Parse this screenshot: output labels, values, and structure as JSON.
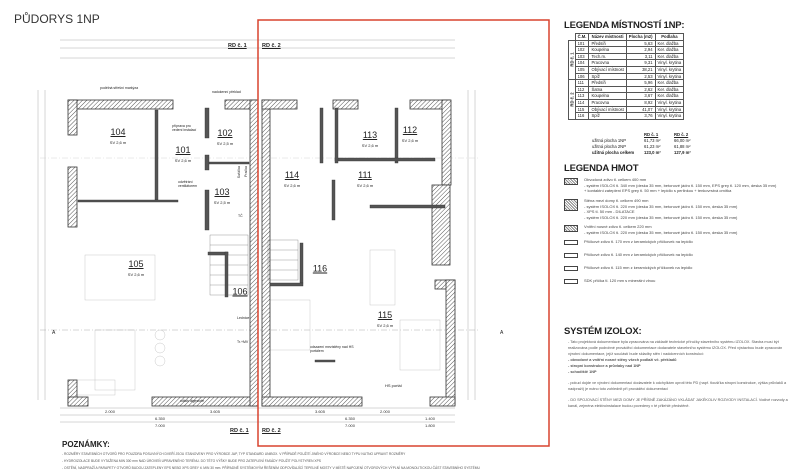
{
  "title": "PŮDORYS 1NP",
  "plan": {
    "unit_labels": [
      "RD č. 1",
      "RD č. 2"
    ],
    "rooms": [
      {
        "id": "104",
        "h": "SV 2,6 m"
      },
      {
        "id": "101",
        "h": "SV 2,6 m"
      },
      {
        "id": "102",
        "h": "SV 2,5 m"
      },
      {
        "id": "103",
        "h": "SV 2,5 m"
      },
      {
        "id": "105",
        "h": "SV 2,6 m"
      },
      {
        "id": "106",
        "h": ""
      },
      {
        "id": "113",
        "h": "SV 2,6 m"
      },
      {
        "id": "112",
        "h": "SV 2,6 m"
      },
      {
        "id": "114",
        "h": "SV 2,6 m"
      },
      {
        "id": "111",
        "h": "SV 2,6 m"
      },
      {
        "id": "116",
        "h": ""
      },
      {
        "id": "115",
        "h": "SV 2,6 m"
      }
    ],
    "annotations": [
      "podélná střešní markýza",
      "nadokenní překlad",
      "odvětrání ventilátorem",
      "příprava pro vedení instalací",
      "odsazení mezistěny nad HS portálem",
      "HS portál",
      "odtah digestoře",
      "Lednice",
      "Tr.+MV",
      "Sušička",
      "Pračka",
      "TČ"
    ],
    "dimensions": {
      "bottom_total": [
        "7.000",
        "7.000",
        "1.800"
      ],
      "bottom_mid": [
        "6.350",
        "6.350",
        "1.400"
      ],
      "bottom_top": [
        "2.000",
        "3.605",
        "3.605",
        "2.000"
      ]
    }
  },
  "legend_rooms": {
    "title": "LEGENDA MÍSTNOSTÍ 1NP:",
    "headers": [
      "Č.M.",
      "Název místnosti",
      "Plocha (m2)",
      "Podlaha"
    ],
    "groups": [
      {
        "label": "RD č. 1",
        "rows": [
          [
            "101",
            "Předsíň",
            "5,63",
            "Ker. dlažba"
          ],
          [
            "102",
            "Koupelna",
            "2,94",
            "Ker. dlažba"
          ],
          [
            "103",
            "Tech.m.",
            "3,11",
            "Ker. dlažba"
          ],
          [
            "104",
            "Pracovna",
            "9,31",
            "Vinyl. krytina"
          ],
          [
            "105",
            "Obývací místnost",
            "38,21",
            "Vinyl. krytina"
          ],
          [
            "106",
            "Spíž",
            "2,53",
            "Vinyl. krytina"
          ]
        ]
      },
      {
        "label": "RD č. 2",
        "rows": [
          [
            "111",
            "Předsíň",
            "5,96",
            "Ker. dlažba"
          ],
          [
            "112",
            "Šatna",
            "2,62",
            "Ker. dlažba"
          ],
          [
            "113",
            "Koupelna",
            "3,67",
            "Ker. dlažba"
          ],
          [
            "114",
            "Pracovna",
            "8,92",
            "Vinyl. krytina"
          ],
          [
            "115",
            "Obývací místnost",
            "41,07",
            "Vinyl. krytina"
          ],
          [
            "116",
            "Spíž",
            "3,76",
            "Vinyl. krytina"
          ]
        ]
      }
    ],
    "summary": {
      "cols": [
        "RD č. 1",
        "RD č. 2"
      ],
      "rows": [
        [
          "užitná plocha 1NP",
          "61,73 m²",
          "66,00 m²"
        ],
        [
          "užitná plocha 2NP",
          "61,23 m²",
          "61,88 m²"
        ],
        [
          "užitná plocha celkem",
          "123,0 m²",
          "127,9 m²"
        ]
      ]
    }
  },
  "legend_masses": {
    "title": "LEGENDA HMOT",
    "items": [
      [
        "Obvodová zdivo tl. celkem 400 mm",
        "- systém ISOLOX tl. 340 mm (deska 35 mm, betonové jádro tl. 150 mm, EPS grey tl. 120 mm, deska 35 mm)",
        "+ kontaktní zateplení EPS grey tl. 50 mm + lepidlo s perlinkou + tenkovrstvá omítka"
      ],
      [
        "Stěna mezi domy tl. celkem 490 mm",
        "- systém ISOLOX tl. 220 mm (deska 35 mm, betonové jádro tl. 150 mm, deska 35 mm)",
        "- XPS tl. 50 mm - DILATACE",
        "- systém ISOLOX tl. 220 mm (deska 35 mm, betonové jádro tl. 150 mm, deska 35 mm)"
      ],
      [
        "Vnitřní nosné zdivo tl. celkem 220 mm",
        "- systém ISOLOX tl. 220 mm (deska 35 mm, betonové jádro tl. 150 mm, deska 35 mm)"
      ],
      [
        "Příčkové zdivo tl. 170 mm z keramických příčkovek na lepidlo"
      ],
      [
        "Příčkové zdivo tl. 140 mm z keramických příčkovek na lepidlo"
      ],
      [
        "Příčkové zdivo tl. 115 mm z keramických příčkovek na lepidlo"
      ],
      [
        "SDK příčka tl. 120 mm s minerální vlnou"
      ]
    ]
  },
  "izolox": {
    "title": "SYSTÉM IZOLOX:",
    "paras": [
      "- Tato projektová dokumentace byla zpracována na základě technické příručky stavebního systému IZOLOX. Stavba musí být realizována podle podrobné prováděcí dokumentace dodavatele stavebního systému IZOLOX. Před výstavbou bude zpracován výrobní dokumentace, jejíž součástí bude skladby stěn i nadokenních konstrukcí:",
      "- obvodové a vnitřní nosné stěny všech podlaží vč. překladů",
      "- stropní konstrukce a průvlaky nad 1NP",
      "- schodiště 1NP",
      "- pokud dojde ve výrobní dokumentaci dodavatele k odchylkám oproti této PD (např. tloušťka stropní konstrukce, výška průvlaků a nadpraží) je nutno toto zohlednit při prováděcí dokumentaci",
      "- DO SPOJOVACÍ STĚNY MEZI DOMY JE PŘÍSNĚ ZAKÁZÁNO VKLÁDAT JAKÉKOLIV ROZVODY INSTALACÍ. Vodivé rozvody a kanál, zejména elektroinstalace budou povedeny v té přilehlé předstěně."
    ]
  },
  "notes": {
    "title": "POZNÁMKY:",
    "items": [
      "- ROZMĚRY STAVEBNÍCH OTVORŮ PRO POUZDRA POSUVNÝCH DVEŘÍ JSOU STANOVENY PRO VÝROBCE JAP, TYP STANDARD UNIBOX. V PŘÍPADĚ POUŽITÍ JINÉHO VÝROBCE NEBO TYPU NUTNO UPRAVIT ROZMĚRY",
      "- HYDROIZOLACE BUDE VYTAŽENA MIN 300 mm NAD ÚROVEŇ UPRAVENÉHO TERÉNU. DO TÉTO VÝŠKY BUDE PRO ZATEPLENÍ FASÁDY POUŽIT POLYSTYREN XPS",
      "- OSTĚNÍ, NADPRAŽÍ A PARAPETY OTVORŮ BUDOU ZATEPLENY EPS NEBO XPS GREY tl. MIN 30 mm. PŘÍPADNĚ SYSTÉMOVÝM ŘEŠENÍM ODPOVÍDAJÍCÍ TEPELNÉ MOSTY V MÍSTĚ NAPOJENÍ OTVOROVÝCH VÝPLNÍ NA MONOLITICKOU ČÁST STAVEBNÍHO SYSTÉMU"
    ]
  },
  "colors": {
    "highlight": "#d9432f",
    "wall": "#555555"
  }
}
